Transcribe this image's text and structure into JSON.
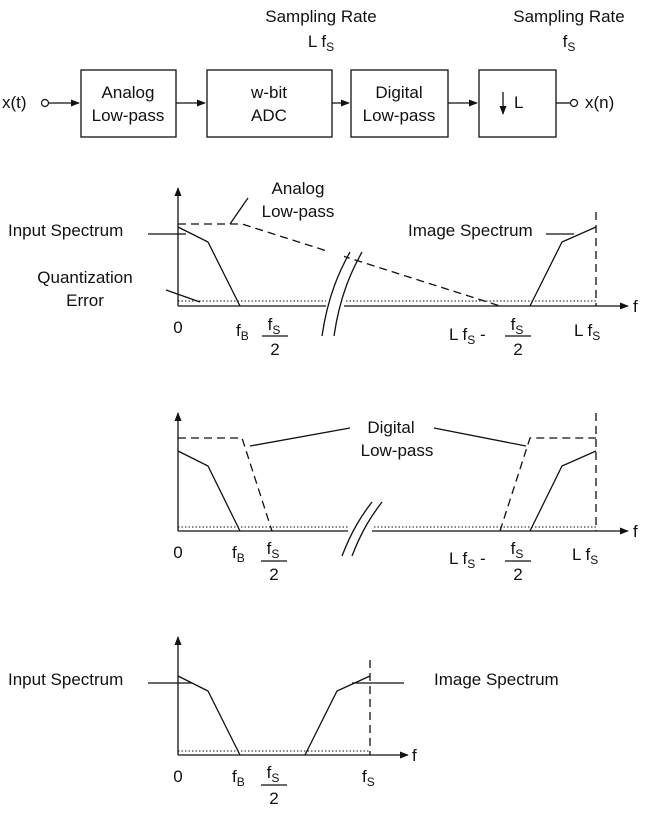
{
  "block_diagram": {
    "input": "x(t)",
    "output": "x(n)",
    "blocks": [
      {
        "line1": "Analog",
        "line2": "Low-pass"
      },
      {
        "line1": "w-bit",
        "line2": "ADC"
      },
      {
        "line1": "Digital",
        "line2": "Low-pass"
      },
      {
        "line1": "",
        "line2": "L"
      }
    ],
    "rate_label_1": {
      "title": "Sampling Rate",
      "value": "L fS"
    },
    "rate_label_2": {
      "title": "Sampling Rate",
      "value": "fS"
    }
  },
  "plot1": {
    "analog_label_1": "Analog",
    "analog_label_2": "Low-pass",
    "input_spectrum": "Input Spectrum",
    "image_spectrum": "Image Spectrum",
    "quant_1": "Quantization",
    "quant_2": "Error",
    "f_axis": "f",
    "tick_0": "0",
    "tick_fb": "fB",
    "tick_fs2_num": "fS",
    "tick_fs2_den": "2",
    "tick_lfs_minus": "L fS -",
    "tick_lfs_minus_num": "fS",
    "tick_lfs_minus_den": "2",
    "tick_lfs": "L fS"
  },
  "plot2": {
    "digital_label_1": "Digital",
    "digital_label_2": "Low-pass",
    "f_axis": "f",
    "tick_0": "0",
    "tick_fb": "fB",
    "tick_fs2_num": "fS",
    "tick_fs2_den": "2",
    "tick_lfs_minus": "L fS -",
    "tick_lfs_minus_num": "fS",
    "tick_lfs_minus_den": "2",
    "tick_lfs": "L fS"
  },
  "plot3": {
    "input_spectrum": "Input Spectrum",
    "image_spectrum": "Image Spectrum",
    "f_axis": "f",
    "tick_0": "0",
    "tick_fb": "fB",
    "tick_fs2_num": "fS",
    "tick_fs2_den": "2",
    "tick_fs": "fS"
  }
}
